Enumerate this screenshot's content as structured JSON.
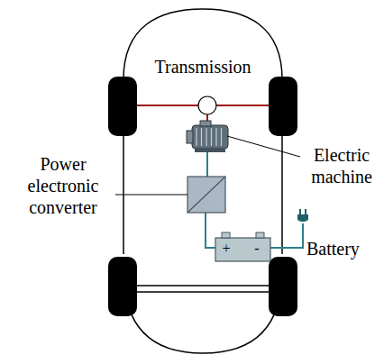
{
  "diagram": {
    "labels": [
      "Transmission",
      "Electric machine",
      "Power electronic converter",
      "+",
      "-",
      "Battery"
    ]
  }
}
